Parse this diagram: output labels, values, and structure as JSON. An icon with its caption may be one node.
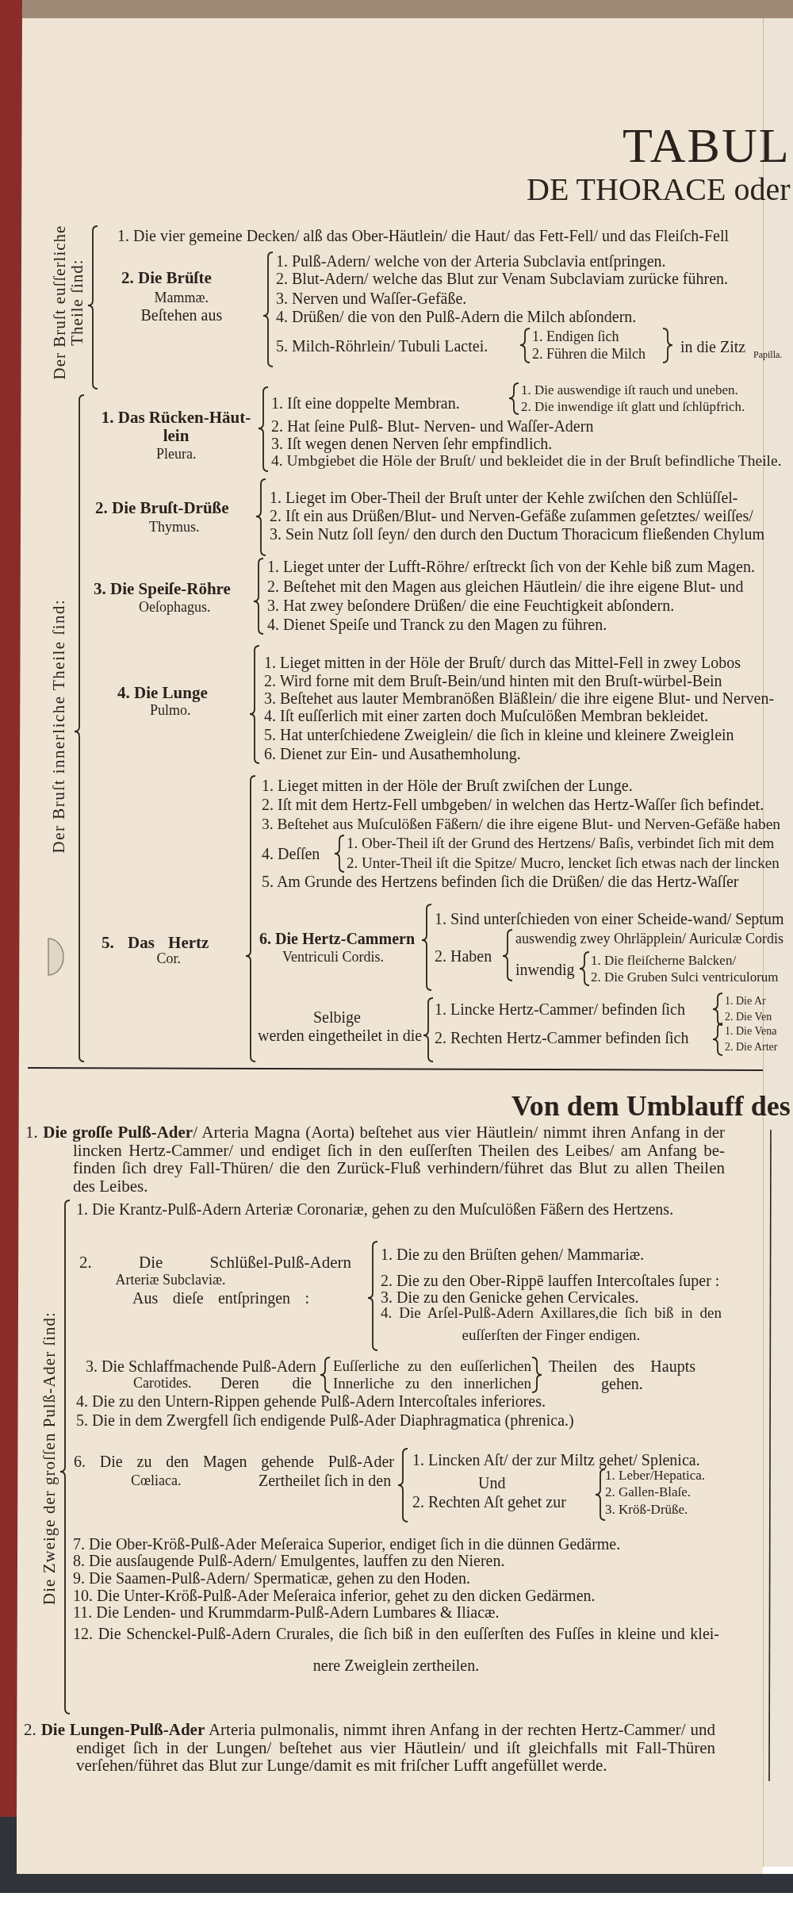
{
  "diagram": {
    "title": "TABUL DE THORACE oder",
    "labels": [
      "Der Bruſt euſſerliche Theile ſind:",
      "1. Die vier gemeine Decken/ alß das Ober-Häutlein/ die Haut/ das Fett-Fell/ und das Fleiſch-Fell",
      "2. Die Brüſte",
      "Mammæ.",
      "Beſtehen aus",
      "1. Pulß-Adern/ welche von der Arteria Subclavia entſpringen.",
      "2. Blut-Adern/ welche das Blut zur Venam Subclaviam zurücke führen.",
      "3. Nerven und Waſſer-Gefäße.",
      "4. Drüßen/ die von den Pulß-Adern die Milch abſondern.",
      "5. Milch-Röhrlein/ Tubuli Lactei.",
      "1. Endigen ſich",
      "2. Führen die Milch",
      "in die Zitz",
      "Papilla.",
      "Der Bruſt innerliche Theile ſind:",
      "1. Das Rücken-Häut- lein",
      "Pleura.",
      "1. Iſt eine doppelte Membran.",
      "1. Die auswendige iſt rauch und uneben.",
      "2. Die inwendige iſt glatt und ſchlüpfrich.",
      "2. Hat ſeine Pulß- Blut- Nerven- und Waſſer-Adern",
      "3. Iſt wegen denen Nerven ſehr empfindlich.",
      "4. Umbgiebet die Höle der Bruſt/ und bekleidet die in der Bruſt befindliche Theile.",
      "2. Die Bruſt-Drüße",
      "Thymus.",
      "1. Lieget im Ober-Theil der Bruſt unter der Kehle zwiſchen den Schlüſſel-",
      "2. Iſt ein aus Drüßen/Blut- und Nerven-Gefäße zuſammen geſetztes/ weiſſes/",
      "3. Sein Nutz ſoll ſeyn/ den durch den Ductum Thoracicum fließenden Chylum",
      "3. Die Speiſe-Röhre",
      "Oeſophagus.",
      "1. Lieget unter der Lufft-Röhre/ erſtreckt ſich von der Kehle biß zum Magen.",
      "2. Beſtehet mit den Magen aus gleichen Häutlein/ die ihre eigene Blut- und",
      "3. Hat zwey beſondere Drüßen/ die eine Feuchtigkeit abſondern.",
      "4. Dienet Speiſe und Tranck zu den Magen zu führen.",
      "4. Die Lunge",
      "Pulmo.",
      "1. Lieget mitten in der Höle der Bruſt/ durch das Mittel-Fell in zwey Lobos",
      "2. Wird forne mit dem Bruſt-Bein/und hinten mit den Bruſt-würbel-Bein",
      "3. Beſtehet aus lauter Membranößen Bläßlein/ die ihre eigene Blut- und Nerven-",
      "4. Iſt euſſerlich mit einer zarten doch Muſculößen Membran bekleidet.",
      "5. Hat unterſchiedene Zweiglein/ die ſich in kleine und kleinere Zweiglein",
      "6. Dienet zur Ein- und Ausathemholung.",
      "5. Das Hertz",
      "Cor.",
      "1. Lieget mitten in der Höle der Bruſt zwiſchen der Lunge.",
      "2. Iſt mit dem Hertz-Fell umbgeben/ in welchen das Hertz-Waſſer ſich befindet.",
      "3. Beſtehet aus Muſculößen Fäßern/ die ihre eigene Blut- und Nerven-Gefäße haben",
      "4. Deſſen",
      "1. Ober-Theil iſt der Grund des Hertzens/ Baſis, verbindet ſich mit dem",
      "2. Unter-Theil iſt die Spitze/ Mucro, lencket ſich etwas nach der lincken",
      "5. Am Grunde des Hertzens befinden ſich die Drüßen/ die das Hertz-Waſſer",
      "6. Die Hertz-Cammern",
      "Ventriculi Cordis.",
      "1. Sind unterſchieden von einer Scheide-wand/ Septum",
      "2. Haben",
      "auswendig zwey Ohrläpplein/ Auriculæ Cordis",
      "inwendig",
      "1. Die fleiſcherne Balcken/",
      "2. Die Gruben Sulci ventriculorum",
      "Selbige",
      "werden eingetheilet in die",
      "1. Lincke Hertz-Cammer/ befinden ſich",
      "1. Die Ar",
      "2. Die Ven",
      "2. Rechten Hertz-Cammer befinden ſich",
      "1. Die Vena",
      "2. Die Arter",
      "Von dem Umblauff des",
      "1. **Die groſſe Pulß-Ader**/ Arteria Magna (Aorta) beſtehet aus vier Häutlein/ nimmt ihren Anfang in der lincken Hertz-Cammer/ und endiget ſich in den euſſerſten Theilen des Leibes/ am Anfang be- finden ſich drey Fall-Thüren/ die den Zurück-Fluß verhindern/führet das Blut zu allen Theilen des Leibes.",
      "Die Zweige der groſſen Pulß-Ader ſind:",
      "1. Die Krantz-Pulß-Adern Arteriæ Coronariæ, gehen zu den Muſculößen Fäßern des Hertzens.",
      "2. Die Schlüßel-Pulß-Adern",
      "Arteriæ Subclaviæ.",
      "Aus dieſe entſpringen :",
      "1. Die zu den Brüſten gehen/ Mammariæ.",
      "2. Die zu den Ober-Rippē lauffen Intercoſtales ſuper :",
      "3. Die zu den Genicke gehen Cervicales.",
      "4. Die Arſel-Pulß-Adern Axillares,die ſich biß in den euſſerſten der Finger endigen.",
      "3. Die Schlaffmachende Pulß-Adern",
      "Carotides.",
      "Deren die",
      "Euſſerliche zu den euſſerlichen",
      "Innerliche zu den innerlichen",
      "Theilen des Haupts gehen.",
      "4. Die zu den Untern-Rippen gehende Pulß-Adern Intercoſtales inferiores.",
      "5. Die in dem Zwergfell ſich endigende Pulß-Ader Diaphragmatica (phrenica.)",
      "6. Die zu den Magen gehende Pulß-Ader",
      "Cœliaca.",
      "Zertheilet ſich in den",
      "1. Lincken Aſt/ der zur Miltz gehet/ Splenica.",
      "Und",
      "2. Rechten Aſt gehet zur",
      "1. Leber/Hepatica.",
      "2. Gallen-Blaſe.",
      "3. Kröß-Drüße.",
      "7. Die Ober-Kröß-Pulß-Ader Meſeraica Superior, endiget ſich in die dünnen Gedärme.",
      "8. Die ausſaugende Pulß-Adern/ Emulgentes, lauffen zu den Nieren.",
      "9. Die Saamen-Pulß-Adern/ Spermaticæ, gehen zu den Hoden.",
      "10. Die Unter-Kröß-Pulß-Ader Meſeraica inferior, gehet zu den dicken Gedärmen.",
      "11. Die Lenden- und Krummdarm-Pulß-Adern Lumbares & Iliacæ.",
      "12. Die Schenckel-Pulß-Adern Crurales, die ſich biß in den euſſerſten des Fuſſes in kleine und klei- nere Zweiglein zertheilen.",
      "2. **Die Lungen-Pulß-Ader** Arteria pulmonalis, nimmt ihren Anfang in der rechten Hertz-Cammer/ und endiget ſich in der Lungen/ beſtehet aus vier Häutlein/ und iſt gleichfalls mit Fall-Thüren verſehen/führet das Blut zur Lunge/damit es mit friſcher Lufft angefüllet werde."
    ]
  }
}
